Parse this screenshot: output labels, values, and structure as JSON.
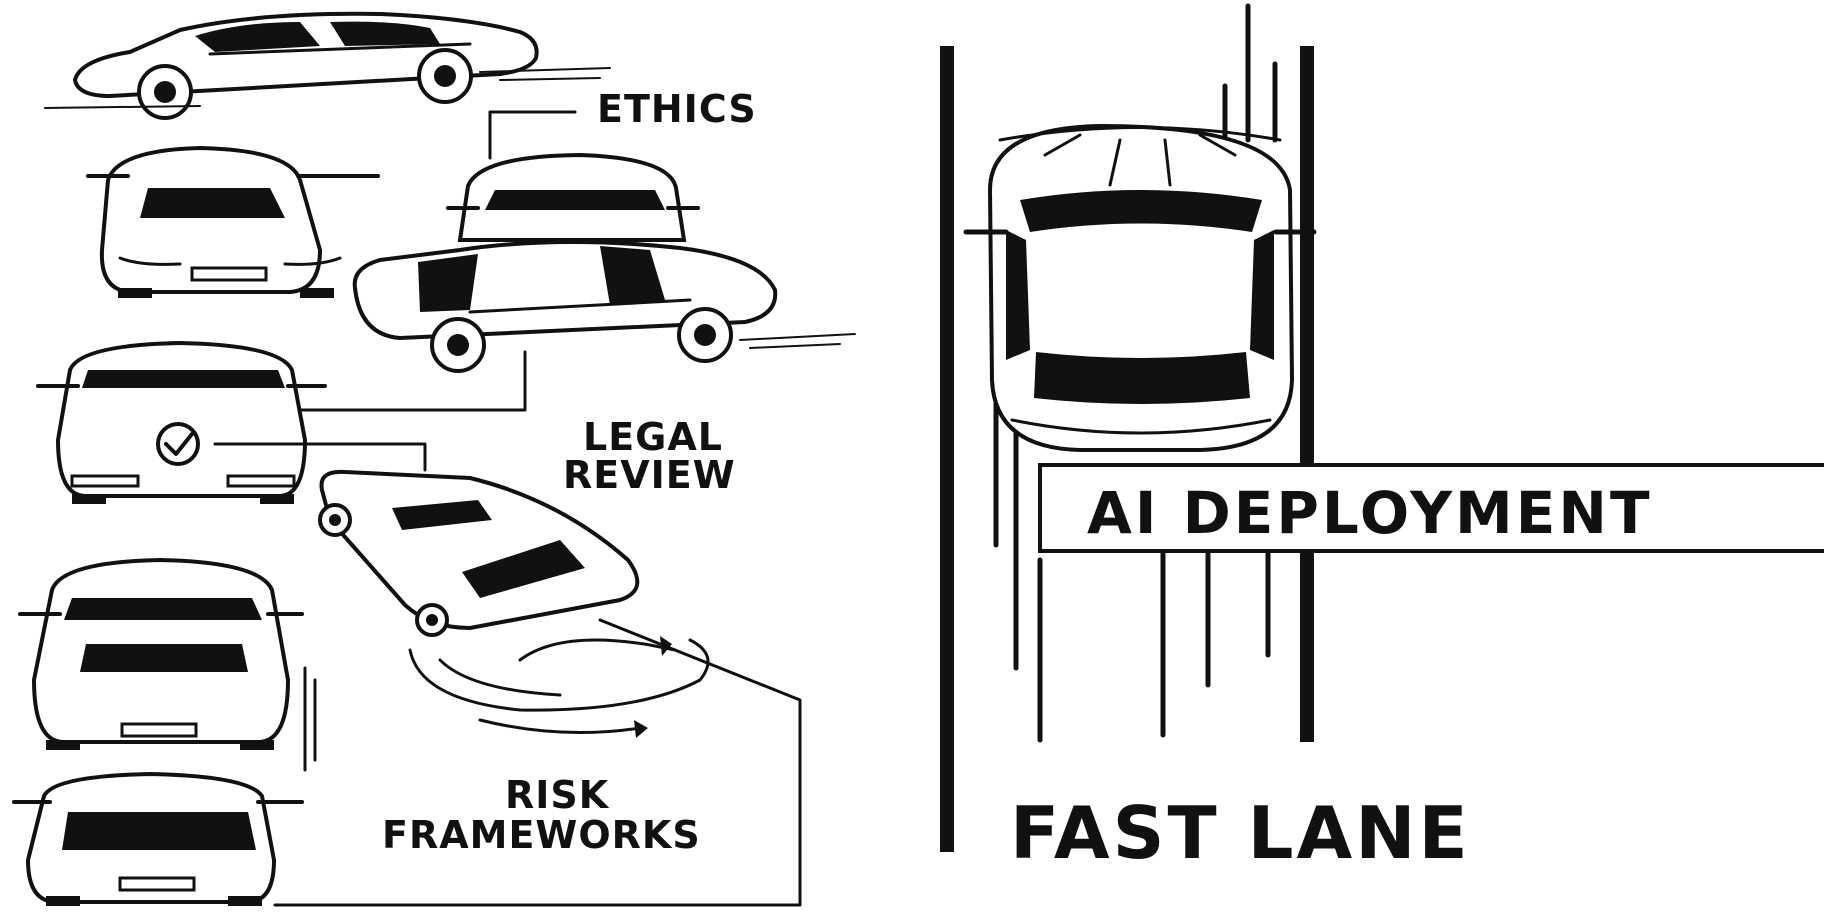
{
  "labels": {
    "ethics": "ETHICS",
    "legal_line1": "LEGAL",
    "legal_line2": "REVIEW",
    "risk_line1": "RISK",
    "risk_line2": "FRAMEWORKS",
    "deployment": "AI DEPLOYMENT",
    "fast_lane": "FAST LANE"
  },
  "colors": {
    "ink": "#111111",
    "background": "#ffffff"
  }
}
